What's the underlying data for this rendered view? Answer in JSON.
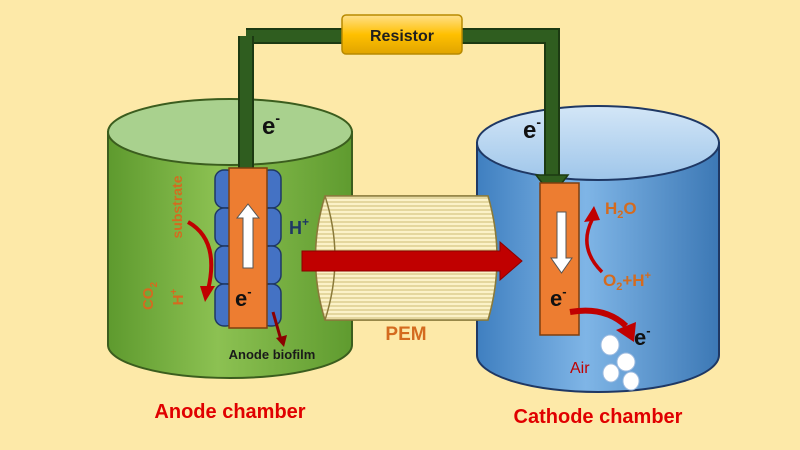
{
  "resistor": {
    "label": "Resistor"
  },
  "anode": {
    "chamber_label": "Anode chamber",
    "electron_top": "e",
    "electron_electrode": "e",
    "superscript_minus": "-",
    "substrate": "substrate",
    "co2_base": "CO",
    "co2_sub": "2",
    "hplus_base": "H",
    "hplus_sup": "+",
    "biofilm": "Anode biofilm"
  },
  "membrane": {
    "label": "PEM",
    "proton_base": "H",
    "proton_sup": "+"
  },
  "cathode": {
    "chamber_label": "Cathode chamber",
    "electron_top": "e",
    "electron_electrode": "e",
    "electron_out": "e",
    "superscript_minus": "-",
    "h2o_h": "H",
    "h2o_sub": "2",
    "h2o_o": "O",
    "o2_o": "O",
    "o2_sub": "2",
    "o2_rest": "+H",
    "o2_sup": "+",
    "air": "Air"
  },
  "colors": {
    "background": "#fde9a8",
    "anode_liquid": "#7bb043",
    "anode_top": "#a9d18e",
    "cathode_liquid": "#5b9bd5",
    "cathode_top": "#bdd7ee",
    "wire": "#2f5d1f",
    "electrode": "#ed7d31",
    "biofilm": "#4472c4",
    "accent_red": "#ff0000",
    "arrow_red": "#c00000",
    "label_orange": "#d46b1f",
    "resistor": "#ffc000",
    "proton_blue": "#1f3864"
  }
}
